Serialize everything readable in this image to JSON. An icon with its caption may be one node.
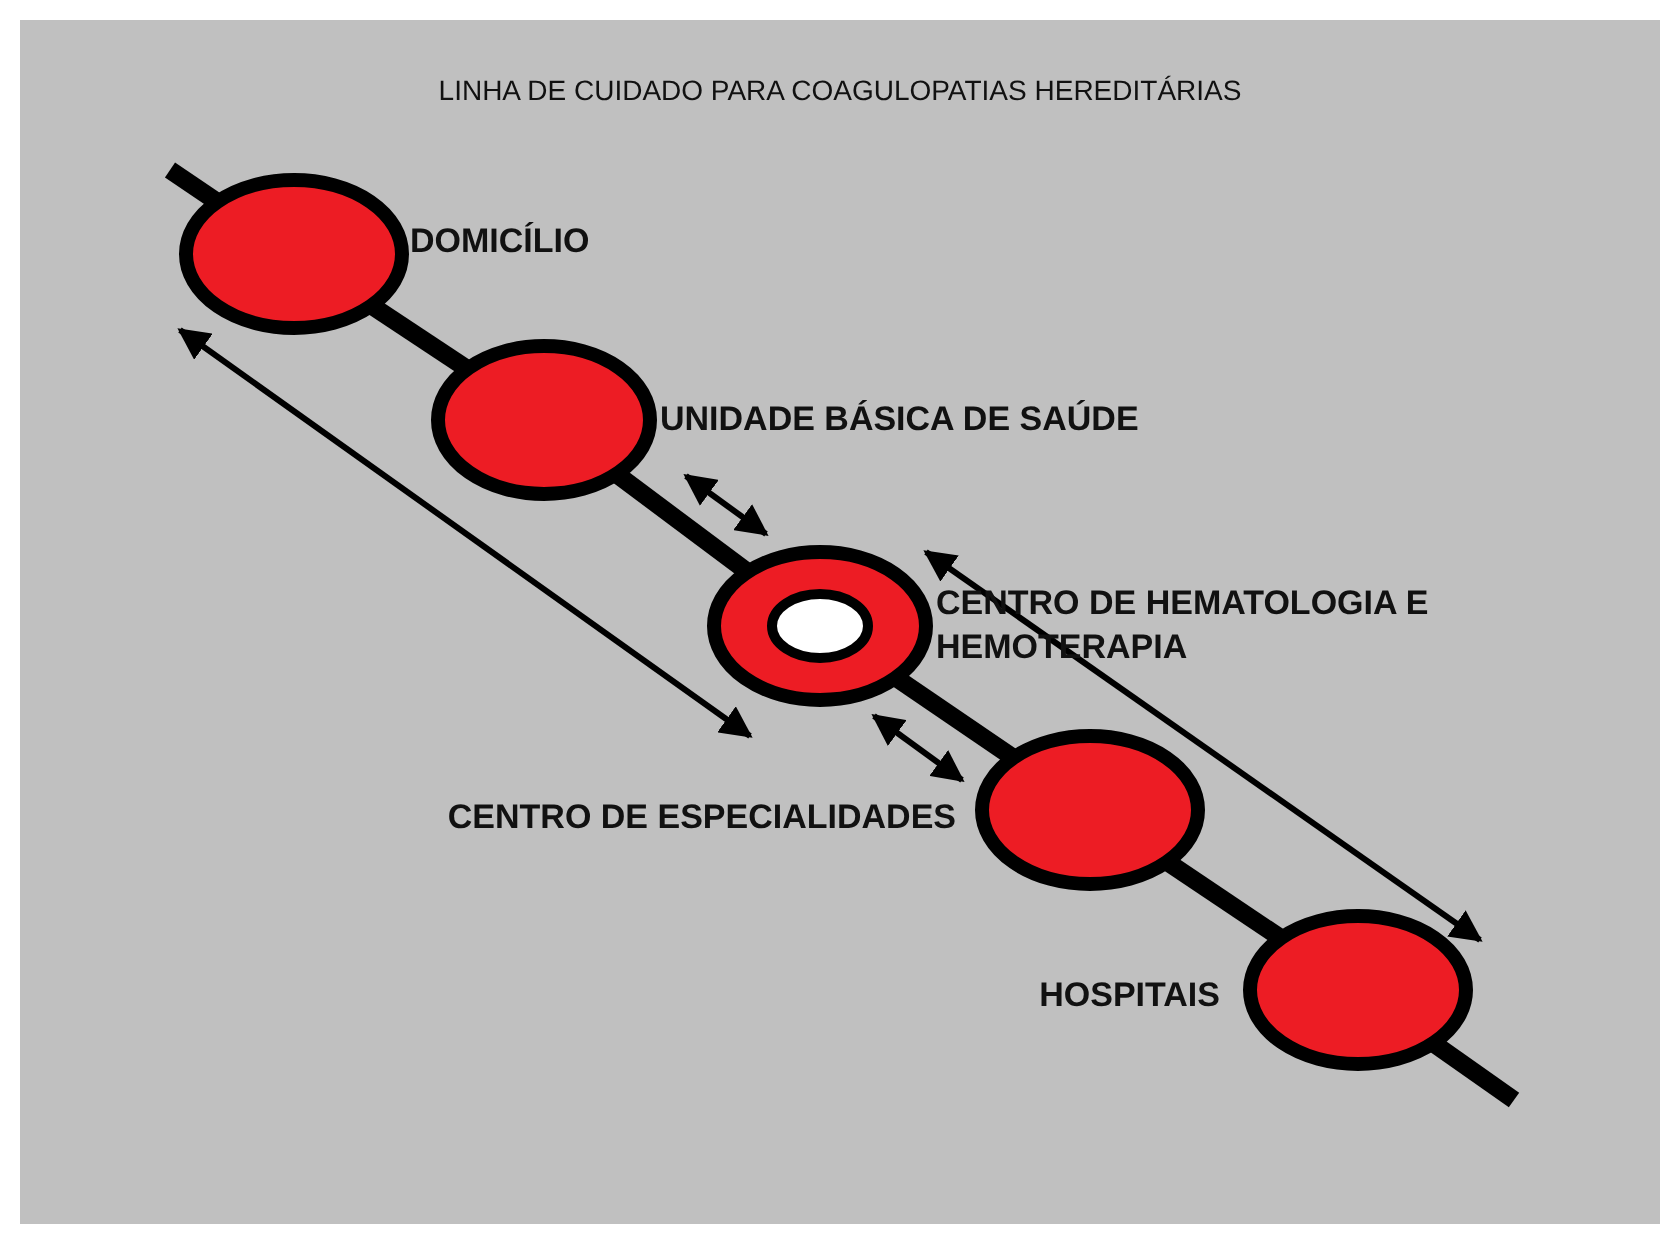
{
  "diagram": {
    "title": "LINHA DE CUIDADO PARA COAGULOPATIAS HEREDITÁRIAS",
    "nodes": [
      {
        "text": [],
        "shape": "circle",
        "beside": [
          "DOMICÍLIO"
        ]
      },
      {
        "text": [],
        "shape": "circle",
        "beside": [
          "UNIDADE BÁSICA DE SAÚDE"
        ]
      },
      {
        "text": [],
        "shape": "circle",
        "beside": [
          "CENTRO DE HEMATOLOGIA E HEMOTERAPIA"
        ]
      },
      {
        "text": [],
        "shape": "circle",
        "beside": [
          "CENTRO DE ESPECIALIDADES"
        ]
      },
      {
        "text": [],
        "shape": "circle",
        "beside": [
          "HOSPITAIS"
        ]
      }
    ],
    "edges": [
      {
        "from": null,
        "to": 0,
        "arrow": "none"
      },
      {
        "from": 0,
        "to": 1,
        "arrow": "none"
      },
      {
        "from": 1,
        "to": 2,
        "arrow": "none"
      },
      {
        "from": 2,
        "to": 3,
        "arrow": "none"
      },
      {
        "from": 3,
        "to": 4,
        "arrow": "none"
      },
      {
        "from": 4,
        "to": null,
        "arrow": "none"
      },
      {
        "from": 1,
        "to": 2,
        "arrow": "both"
      },
      {
        "from": 2,
        "to": 3,
        "arrow": "both"
      },
      {
        "from": 0,
        "to": 2,
        "arrow": "both"
      },
      {
        "from": 2,
        "to": 4,
        "arrow": "both"
      }
    ]
  }
}
